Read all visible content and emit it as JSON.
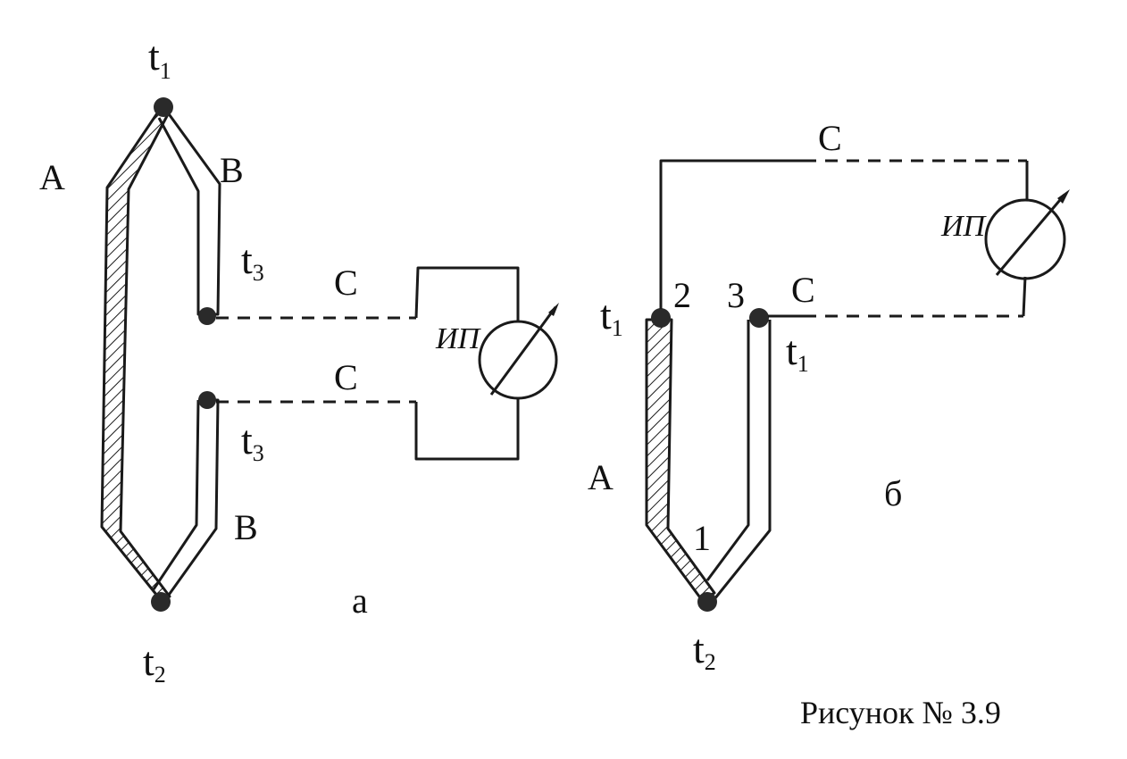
{
  "figure": {
    "caption": "Рисунок № 3.9",
    "panel_a": {
      "label": "а",
      "t1_letter": "t",
      "t1_sub": "1",
      "t2_letter": "t",
      "t2_sub": "2",
      "t3_top_letter": "t",
      "t3_top_sub": "3",
      "t3_bottom_letter": "t",
      "t3_bottom_sub": "3",
      "conductor_a": "A",
      "conductor_b_top": "B",
      "conductor_b_bottom": "B",
      "wire_c_top": "C",
      "wire_c_bottom": "C",
      "instrument": "ИП"
    },
    "panel_b": {
      "label": "б",
      "t1_left_letter": "t",
      "t1_left_sub": "1",
      "t1_right_letter": "t",
      "t1_right_sub": "1",
      "t2_letter": "t",
      "t2_sub": "2",
      "point_1": "1",
      "point_2": "2",
      "point_3": "3",
      "conductor_a": "A",
      "wire_c_top": "C",
      "wire_c_right": "C",
      "instrument": "ИП"
    }
  },
  "colors": {
    "ink": "#1a1a1a",
    "background": "#ffffff"
  }
}
